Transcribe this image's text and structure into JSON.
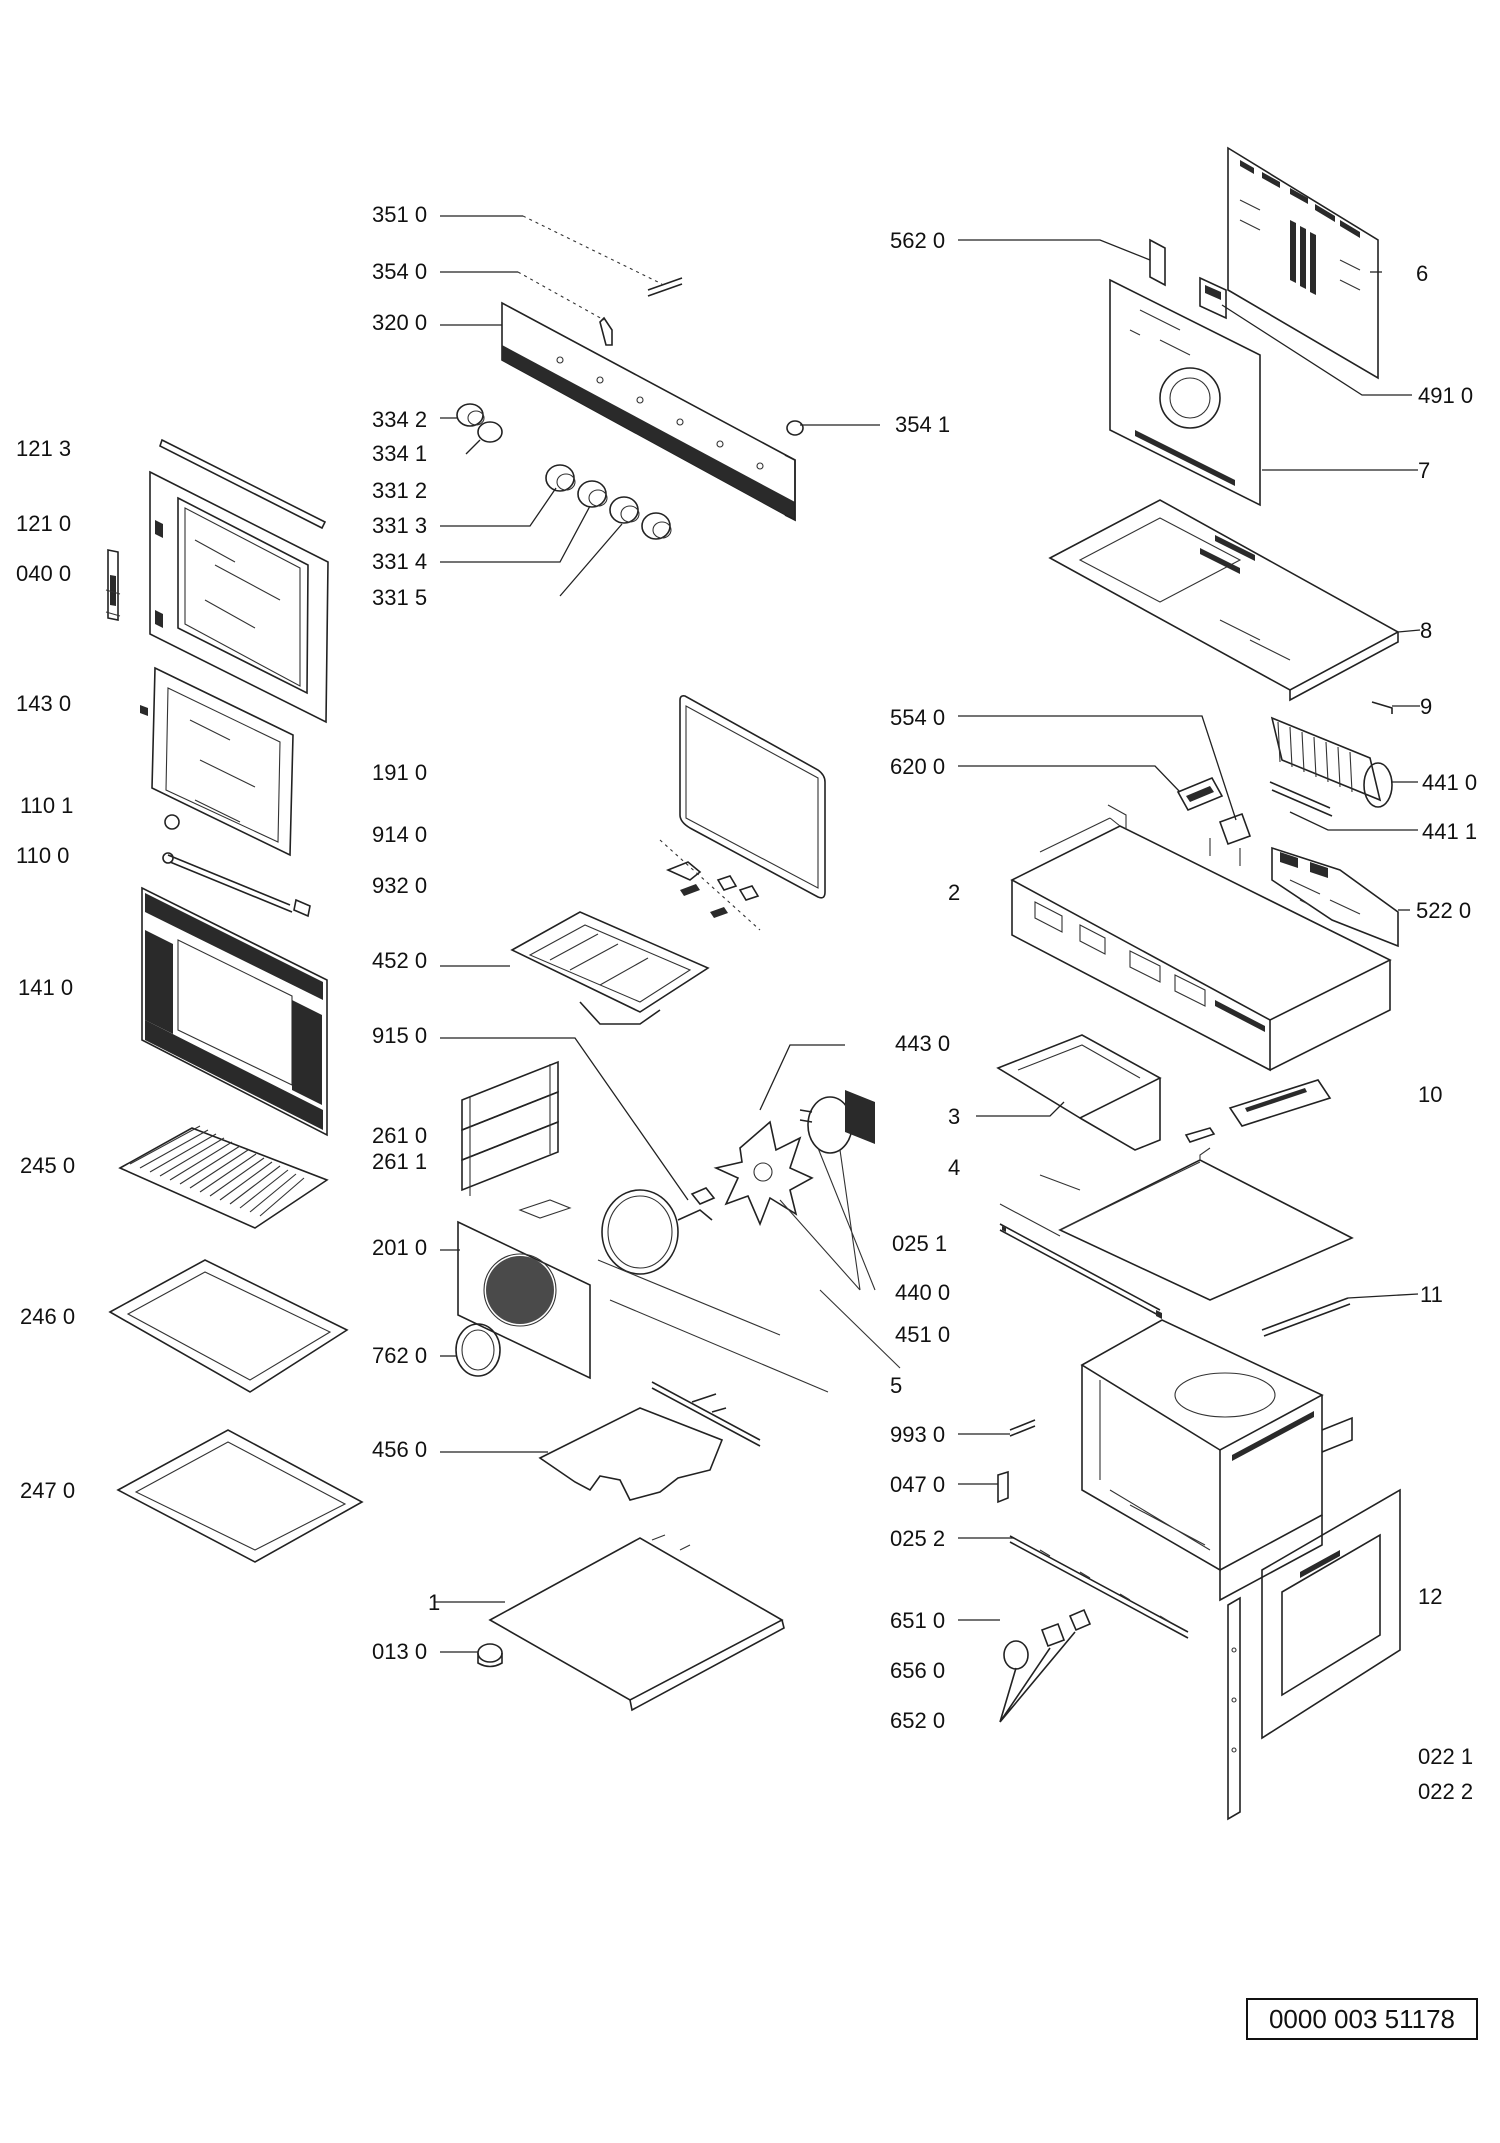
{
  "labels": {
    "l3510": "351 0",
    "l3540": "354 0",
    "l3200": "320 0",
    "l3342": "334 2",
    "l3341": "334 1",
    "l3312": "331 2",
    "l3313": "331 3",
    "l3314": "331 4",
    "l3315": "331 5",
    "l3541": "354 1",
    "l1213": "121 3",
    "l1210": "121 0",
    "l0400": "040 0",
    "l1430": "143 0",
    "l1101": "110 1",
    "l1100": "110 0",
    "l1410": "141 0",
    "l2450": "245 0",
    "l2460": "246 0",
    "l2470": "247 0",
    "l1910": "191 0",
    "l9140": "914 0",
    "l9320": "932 0",
    "l4520": "452 0",
    "l9150": "915 0",
    "l2610": "261 0",
    "l2611": "261 1",
    "l2010": "201 0",
    "l7620": "762 0",
    "l4560": "456 0",
    "l1": "1",
    "l0130": "013 0",
    "l4430": "443 0",
    "l4400": "440 0",
    "l4510": "451 0",
    "l5": "5",
    "l5620": "562 0",
    "l6": "6",
    "l4910": "491 0",
    "l7": "7",
    "l8": "8",
    "l5540": "554 0",
    "l9": "9",
    "l6200": "620 0",
    "l4410": "441 0",
    "l4411": "441 1",
    "l2": "2",
    "l5220": "522 0",
    "l3": "3",
    "l10": "10",
    "l4": "4",
    "l0251": "025 1",
    "l11": "11",
    "l9930": "993 0",
    "l0470": "047 0",
    "l0252": "025 2",
    "l12": "12",
    "l6510": "651 0",
    "l6560": "656 0",
    "l6520": "652 0",
    "l0221": "022 1",
    "l0222": "022 2"
  },
  "document_id": "0000 003 51178"
}
